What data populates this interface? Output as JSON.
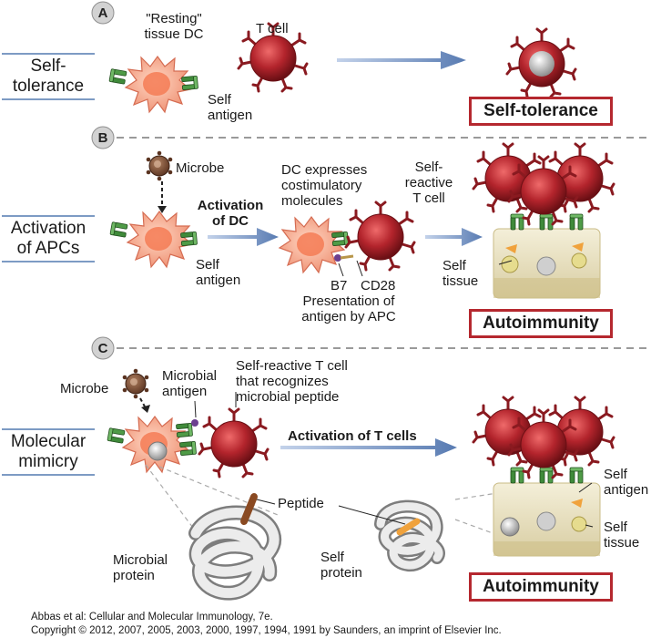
{
  "panels": {
    "A": {
      "letter": "A",
      "side_label": [
        "Self-",
        "tolerance"
      ],
      "dc_label": [
        "\"Resting\"",
        "tissue DC"
      ],
      "tcell_label": "T cell",
      "self_antigen_label": [
        "Self",
        "antigen"
      ],
      "outcome": "Self-tolerance"
    },
    "B": {
      "letter": "B",
      "side_label": [
        "Activation",
        "of APCs"
      ],
      "microbe_label": "Microbe",
      "self_antigen_label": [
        "Self",
        "antigen"
      ],
      "activation_label": [
        "Activation",
        "of DC"
      ],
      "dc_expresses_label": [
        "DC expresses",
        "costimulatory",
        "molecules"
      ],
      "self_reactive_label": [
        "Self-",
        "reactive",
        "T cell"
      ],
      "b7_label": "B7",
      "cd28_label": "CD28",
      "presentation_label": [
        "Presentation of",
        "antigen by APC"
      ],
      "self_tissue_label": [
        "Self",
        "tissue"
      ],
      "outcome": "Autoimmunity"
    },
    "C": {
      "letter": "C",
      "side_label": [
        "Molecular",
        "mimicry"
      ],
      "microbe_label": "Microbe",
      "microbial_antigen_label": [
        "Microbial",
        "antigen"
      ],
      "self_reactive_label": [
        "Self-reactive T cell",
        "that recognizes",
        "microbial peptide"
      ],
      "activation_label": "Activation of T cells",
      "peptide_label": "Peptide",
      "microbial_protein_label": [
        "Microbial",
        "protein"
      ],
      "self_protein_label": [
        "Self",
        "protein"
      ],
      "self_antigen_label": [
        "Self",
        "antigen"
      ],
      "self_tissue_label": [
        "Self",
        "tissue"
      ],
      "outcome": "Autoimmunity"
    }
  },
  "credit": {
    "line1": "Abbas et al: Cellular and Molecular Immunology, 7e.",
    "line2": "Copyright © 2012, 2007, 2005, 2003, 2000, 1997, 1994, 1991 by Saunders, an imprint of Elsevier Inc."
  },
  "colors": {
    "tcell": "#b3242c",
    "dc": "#f2a88a",
    "arrow": "#6f8fbf",
    "outcome_border": "#b5282f",
    "tissue": "#e9e2c8",
    "receptor": "#3f8a3a",
    "divider": "#9a9a9a"
  }
}
